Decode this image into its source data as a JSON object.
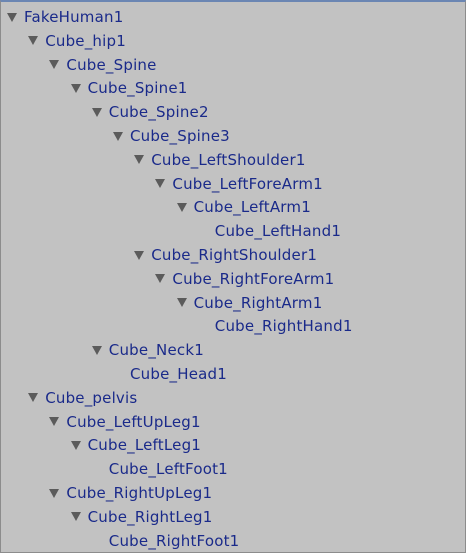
{
  "hierarchy": {
    "nodes": [
      {
        "label": "FakeHuman1",
        "depth": 0,
        "expanded": true
      },
      {
        "label": "Cube_hip1",
        "depth": 1,
        "expanded": true
      },
      {
        "label": "Cube_Spine",
        "depth": 2,
        "expanded": true
      },
      {
        "label": "Cube_Spine1",
        "depth": 3,
        "expanded": true
      },
      {
        "label": "Cube_Spine2",
        "depth": 4,
        "expanded": true
      },
      {
        "label": "Cube_Spine3",
        "depth": 5,
        "expanded": true
      },
      {
        "label": "Cube_LeftShoulder1",
        "depth": 6,
        "expanded": true
      },
      {
        "label": "Cube_LeftForeArm1",
        "depth": 7,
        "expanded": true
      },
      {
        "label": "Cube_LeftArm1",
        "depth": 8,
        "expanded": true
      },
      {
        "label": "Cube_LeftHand1",
        "depth": 9,
        "expanded": null
      },
      {
        "label": "Cube_RightShoulder1",
        "depth": 6,
        "expanded": true
      },
      {
        "label": "Cube_RightForeArm1",
        "depth": 7,
        "expanded": true
      },
      {
        "label": "Cube_RightArm1",
        "depth": 8,
        "expanded": true
      },
      {
        "label": "Cube_RightHand1",
        "depth": 9,
        "expanded": null
      },
      {
        "label": "Cube_Neck1",
        "depth": 4,
        "expanded": true
      },
      {
        "label": "Cube_Head1",
        "depth": 5,
        "expanded": null
      },
      {
        "label": "Cube_pelvis",
        "depth": 1,
        "expanded": true
      },
      {
        "label": "Cube_LeftUpLeg1",
        "depth": 2,
        "expanded": true
      },
      {
        "label": "Cube_LeftLeg1",
        "depth": 3,
        "expanded": true
      },
      {
        "label": "Cube_LeftFoot1",
        "depth": 4,
        "expanded": null
      },
      {
        "label": "Cube_RightUpLeg1",
        "depth": 2,
        "expanded": true
      },
      {
        "label": "Cube_RightLeg1",
        "depth": 3,
        "expanded": true
      },
      {
        "label": "Cube_RightFoot1",
        "depth": 4,
        "expanded": null
      }
    ]
  },
  "colors": {
    "background": "#c2c2c2",
    "label": "#1a2a8a",
    "arrow": "#5b5b5b",
    "top_border": "#6b86b3"
  },
  "icons": {
    "expanded": "disclosure-triangle-expanded-icon"
  }
}
